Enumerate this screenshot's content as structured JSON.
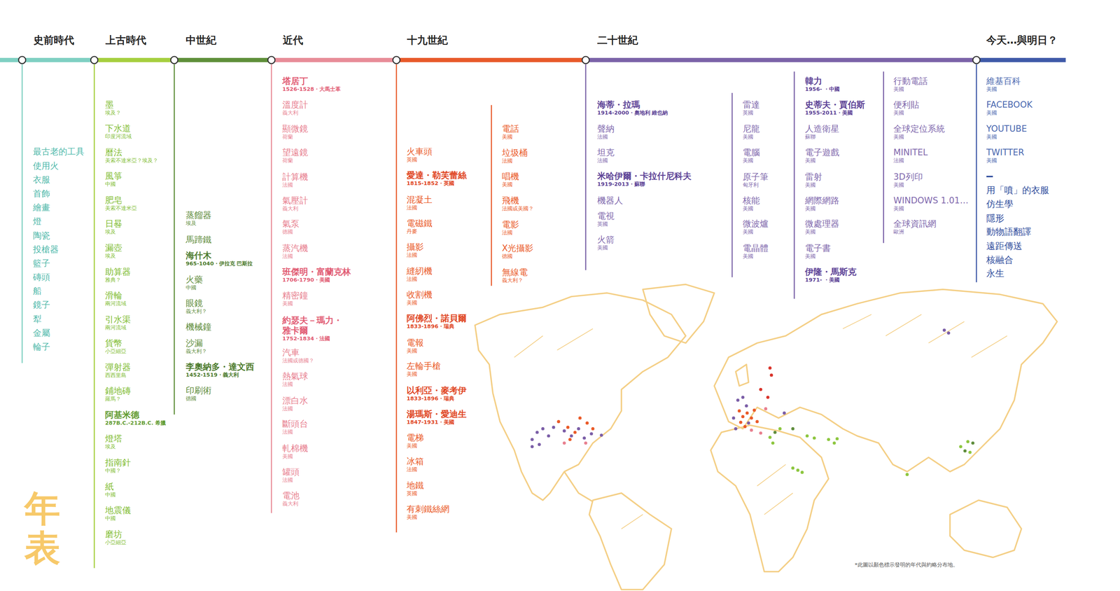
{
  "diagram": {
    "title": "年表",
    "caption": "*此圖以顏色標示發明的年代與約略分布地。",
    "labels": [
      "史前時代",
      "上古時代",
      "中世紀",
      "近代",
      "十九世紀",
      "二十世紀",
      "今天…與明日？",
      "最古老的工具",
      "使用火",
      "衣服",
      "首飾",
      "繪畫",
      "燈",
      "陶瓷",
      "投槍器",
      "籃子",
      "磚頭",
      "船",
      "鏡子",
      "犁",
      "金屬",
      "輪子",
      "墨",
      "埃及？",
      "下水道",
      "印度河流域",
      "曆法",
      "美索不達米亞？埃及？",
      "風箏",
      "中國",
      "肥皂",
      "美索不達米亞",
      "日晷",
      "埃及",
      "漏壺",
      "埃及",
      "助算器",
      "雅典？",
      "滑輪",
      "兩河流域",
      "引水渠",
      "兩河流域",
      "貨幣",
      "小亞細亞",
      "彈射器",
      "西西里島",
      "鋪地磚",
      "羅馬？",
      "阿基米德",
      "287B.C.-212B.C. 希臘",
      "燈塔",
      "埃及",
      "指南針",
      "中國？",
      "紙",
      "中國",
      "地震儀",
      "中國",
      "磨坊",
      "小亞細亞",
      "蒸餾器",
      "埃及",
      "馬蹄鐵",
      "海什木",
      "965-1040・伊拉克 巴斯拉",
      "火藥",
      "中國",
      "眼鏡",
      "義大利？",
      "機械鐘",
      "沙漏",
      "義大利？",
      "李奧納多・達文西",
      "1452-1519・義大利",
      "印刷術",
      "德國",
      "塔居丁",
      "1526-1528・大馬士革",
      "溫度計",
      "義大利",
      "顯微鏡",
      "荷蘭",
      "望遠鏡",
      "荷蘭",
      "計算機",
      "法國",
      "氣壓計",
      "義大利",
      "氣泵",
      "德國",
      "蒸汽機",
      "法國",
      "班傑明・富蘭克林",
      "1706-1790・美國",
      "精密鐘",
      "美國",
      "約瑟夫－瑪力・ 雅卡爾",
      "1752-1834・法國",
      "汽車",
      "法國或德國？",
      "熱氣球",
      "法國",
      "漂白水",
      "法國",
      "斷頭台",
      "法國",
      "軋棉機",
      "美國",
      "罐頭",
      "法國",
      "電池",
      "義大利",
      "火車頭",
      "英國",
      "愛達・勒芙蕾絲",
      "1815-1852・英國",
      "混凝土",
      "法國",
      "電磁鐵",
      "丹麥",
      "攝影",
      "法國",
      "縫紉機",
      "法國",
      "收割機",
      "美國",
      "阿佛烈・諾貝爾",
      "1833-1896・瑞典",
      "電報",
      "美國",
      "左輪手槍",
      "美國",
      "以利亞・麥考伊",
      "1833-1896・瑞典",
      "湯瑪斯・愛迪生",
      "1847-1931・美國",
      "電梯",
      "美國",
      "冰箱",
      "法國",
      "地鐵",
      "英國",
      "有刺鐵絲網",
      "美國",
      "電話",
      "美國",
      "垃圾桶",
      "法國",
      "唱機",
      "美國",
      "飛機",
      "法國或美國？",
      "電影",
      "法國",
      "X光攝影",
      "德國",
      "無線電",
      "義大利？",
      "海蒂・拉瑪",
      "1914-2000・奧地利 維也納",
      "聲納",
      "法國",
      "坦克",
      "法國",
      "米哈伊爾・卡拉什尼科夫",
      "1919-2013・蘇聯",
      "機器人",
      "電視",
      "英國",
      "火箭",
      "美國",
      "雷達",
      "英國",
      "尼龍",
      "美國",
      "電腦",
      "美國",
      "原子筆",
      "匈牙利",
      "核能",
      "美國",
      "微波爐",
      "美國",
      "電晶體",
      "美國",
      "韓力",
      "1956- ・中國",
      "史蒂夫・賈伯斯",
      "1955-2011・美國",
      "人造衛星",
      "蘇聯",
      "電子遊戲",
      "美國",
      "雷射",
      "美國",
      "網際網路",
      "美國",
      "微處理器",
      "美國",
      "電子書",
      "美國",
      "伊隆・馬斯克",
      "1971- ・美國",
      "行動電話",
      "美國",
      "便利貼",
      "美國",
      "全球定位系統",
      "美國",
      "MINITEL",
      "法國",
      "3D列印",
      "美國",
      "WINDOWS 1.01…",
      "美國",
      "全球資訊網",
      "歐洲",
      "維基百科",
      "美國",
      "FACEBOOK",
      "美國",
      "YOUTUBE",
      "美國",
      "TWITTER",
      "美國",
      "用「噴」的衣服",
      "仿生學",
      "隱形",
      "動物語翻譯",
      "遠距傳送",
      "核融合",
      "永生"
    ]
  }
}
